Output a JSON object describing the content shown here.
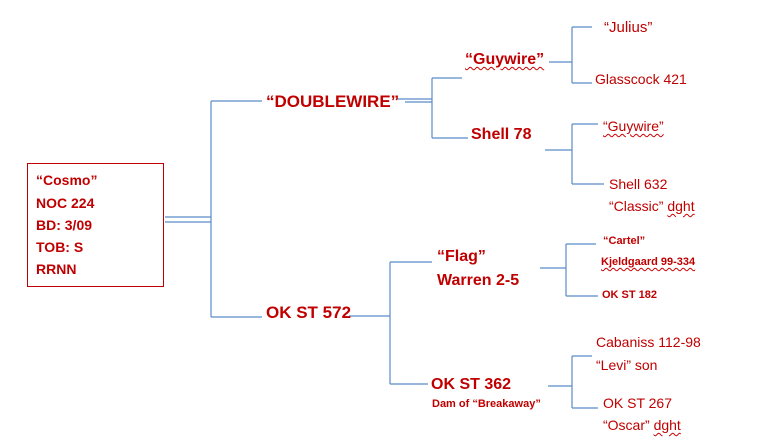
{
  "root": {
    "name": "“Cosmo”",
    "line1": "NOC 224",
    "line2": "BD:  3/09",
    "line3": "TOB:  S",
    "line4": "RRNN"
  },
  "sire": {
    "name": "“DOUBLEWIRE”",
    "sire": {
      "name": "“Guywire”",
      "sire": "“Julius”",
      "dam": "Glasscock 421"
    },
    "dam": {
      "name": "Shell 78",
      "sire": "“Guywire”",
      "dam_line1": "Shell 632",
      "dam_line2_a": "“Classic”",
      "dam_line2_b": "dght"
    }
  },
  "dam": {
    "name": "OK ST 572",
    "sire": {
      "name_line1": "“Flag”",
      "name_line2": "Warren 2-5",
      "sire_line1": "“Cartel”",
      "sire_line2": "Kjeldgaard 99-334",
      "dam": "OK ST 182"
    },
    "dam": {
      "name": "OK ST 362",
      "note": "Dam of “Breakaway”",
      "sire_line1": "Cabaniss 112-98",
      "sire_line2": "“Levi” son",
      "dam_line1": "OK ST 267",
      "dam_line2_a": "“Oscar”",
      "dam_line2_b": "dght"
    }
  },
  "colors": {
    "text": "#c00000",
    "connector": "#5b8cc7"
  }
}
